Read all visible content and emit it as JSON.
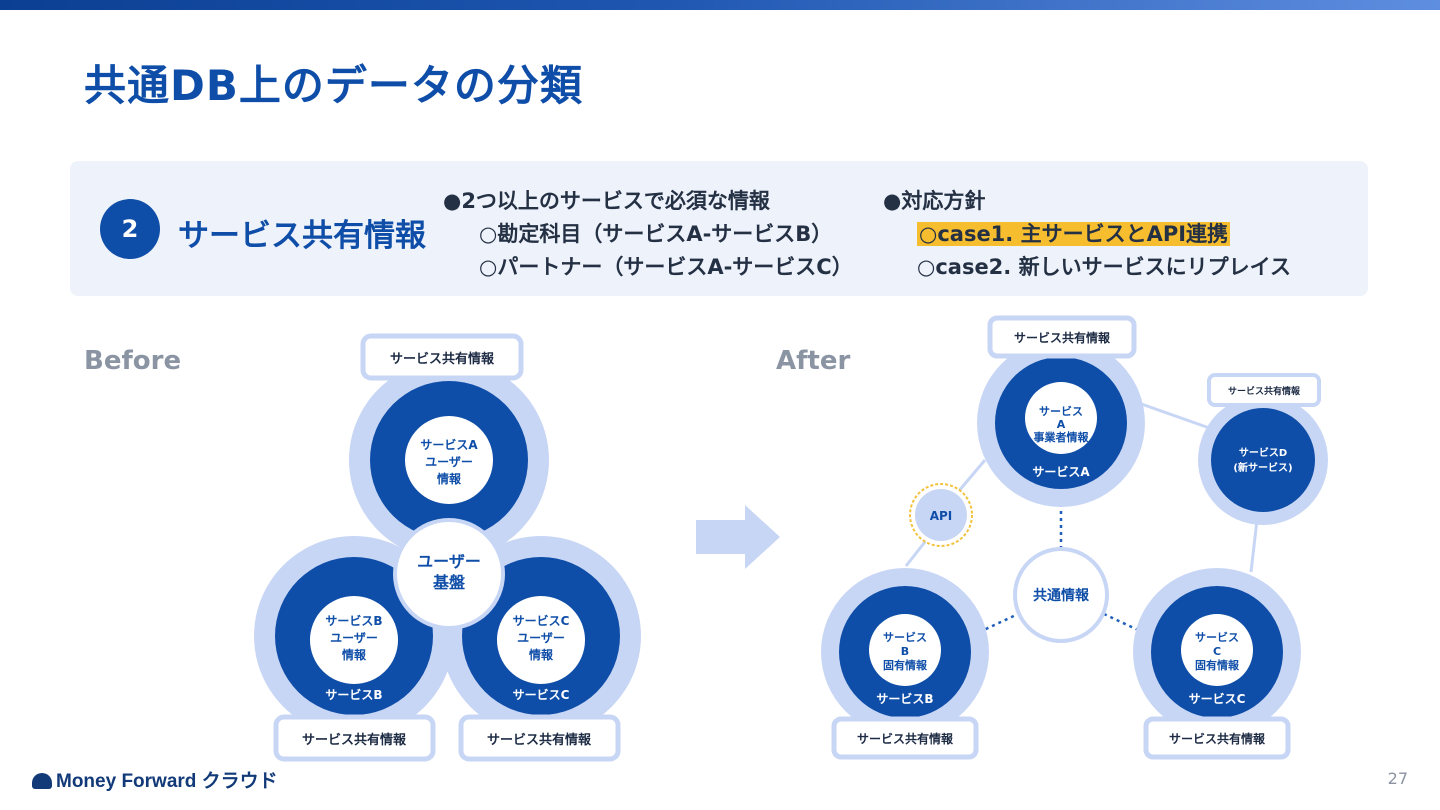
{
  "title": "共通DB上のデータの分類",
  "section": {
    "number": "2",
    "name": "サービス共有情報",
    "left_bullets": [
      "●2つ以上のサービスで必須な情報",
      "○勘定科目（サービスA-サービスB）",
      "○パートナー（サービスA-サービスC）"
    ],
    "right_heading": "●対応方針",
    "right_items": [
      "○case1. 主サービスとAPI連携",
      "○case2. 新しいサービスにリプレイス"
    ]
  },
  "before": {
    "label": "Before",
    "center": [
      "ユーザー",
      "基盤"
    ],
    "shared_label": "サービス共有情報",
    "a_inner": [
      "サービスA",
      "ユーザー",
      "情報"
    ],
    "b_inner": [
      "サービスB",
      "ユーザー",
      "情報"
    ],
    "b_name": "サービスB",
    "c_inner": [
      "サービスC",
      "ユーザー",
      "情報"
    ],
    "c_name": "サービスC"
  },
  "after": {
    "label": "After",
    "shared_label": "サービス共有情報",
    "a_inner": [
      "サービス",
      "A",
      "事業者情報"
    ],
    "a_name": "サービスA",
    "b_inner": [
      "サービス",
      "B",
      "固有情報"
    ],
    "b_name": "サービスB",
    "c_inner": [
      "サービス",
      "C",
      "固有情報"
    ],
    "c_name": "サービスC",
    "d_inner": [
      "サービスD",
      "(新サービス)"
    ],
    "api": "API",
    "common": "共通情報"
  },
  "footer": {
    "brand": "Money Forward クラウド",
    "page": "27"
  },
  "colors": {
    "primary": "#0f4ea8",
    "light": "#c8d6f5",
    "panel": "#eef2fa",
    "highlight": "#f6bd2f",
    "gold": "#f2c23c"
  }
}
